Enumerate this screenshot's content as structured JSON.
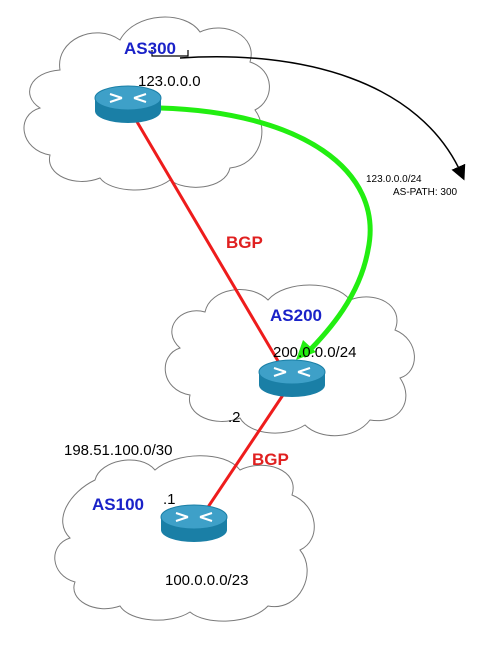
{
  "colors": {
    "as_label": "#1a22c8",
    "bgp_label": "#e02020",
    "bgp_link": "#ee1c1c",
    "advertisement_path": "#22ee11",
    "router_body": "#1a7fa6",
    "router_top": "#3ea0c8",
    "cloud_fill": "#ffffff",
    "cloud_stroke": "#7a7a7a"
  },
  "icons": {
    "router": "router-icon",
    "cloud": "cloud-icon",
    "arrow": "curved-arrow-icon"
  },
  "as300": {
    "name": "AS300",
    "network": "123.0.0.0"
  },
  "as200": {
    "name": "AS200",
    "network": "200.0.0.0/24",
    "interface": ".2"
  },
  "as100": {
    "name": "AS100",
    "network": "100.0.0.0/23",
    "interface": ".1"
  },
  "links": {
    "upper_protocol": "BGP",
    "lower_protocol": "BGP",
    "lower_subnet": "198.51.100.0/30"
  },
  "advertisement": {
    "prefix": "123.0.0.0/24",
    "as_path": "AS-PATH: 300"
  }
}
